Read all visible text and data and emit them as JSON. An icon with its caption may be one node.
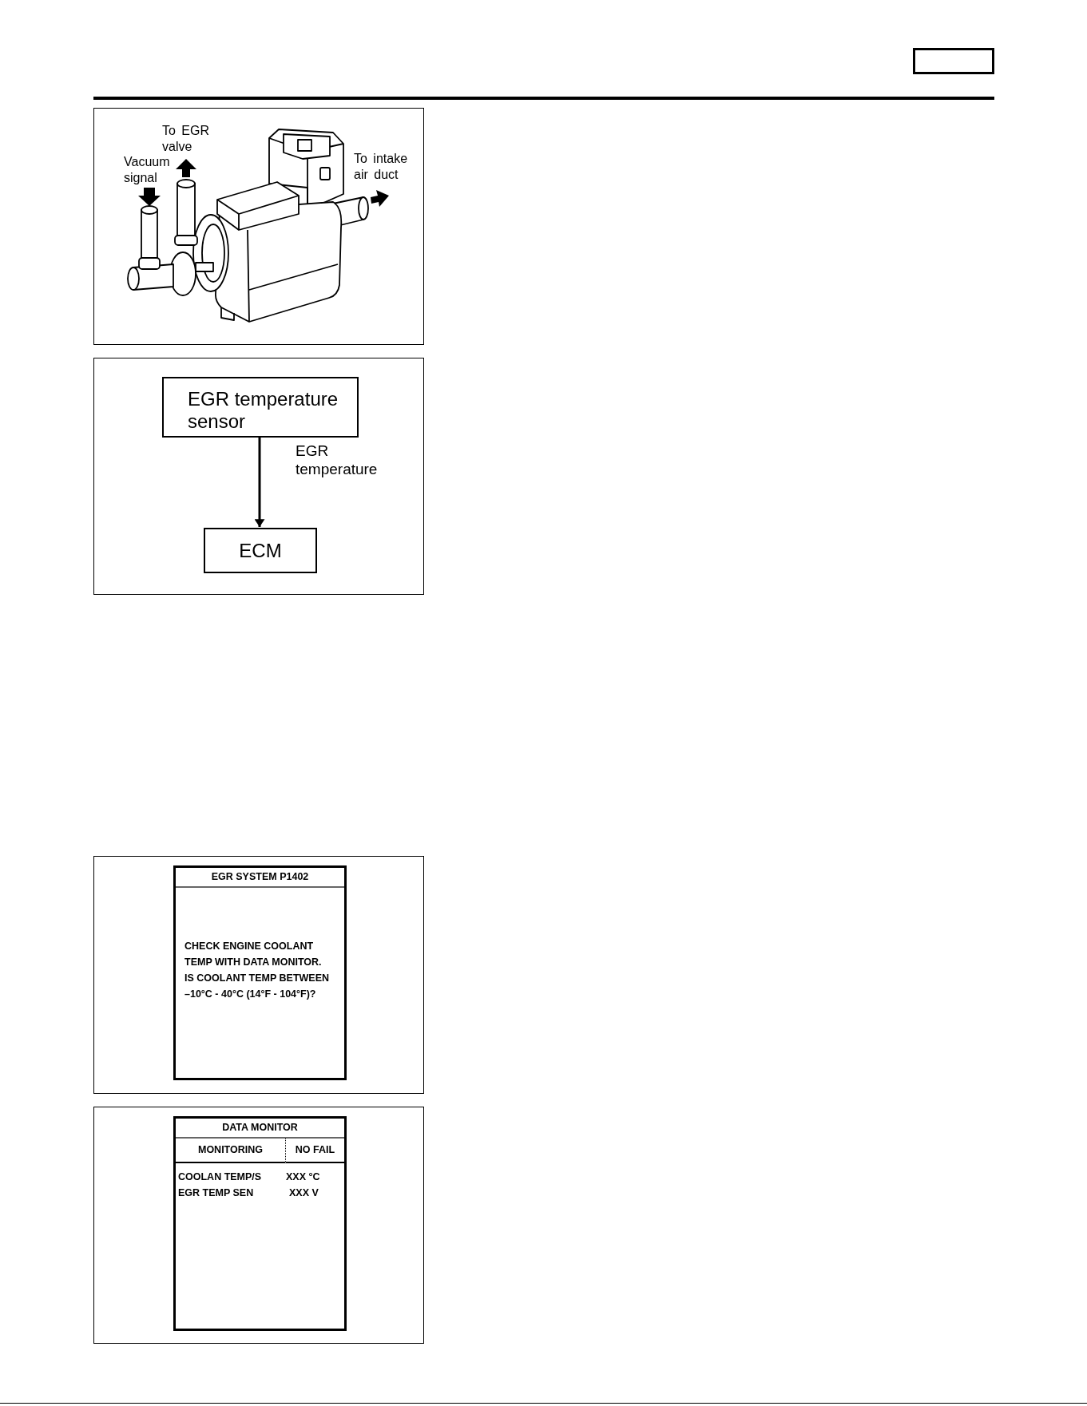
{
  "diagram": {
    "nodes": [
      {
        "text": [],
        "shape": "box"
      },
      {
        "text": [
          "EGR temperature sensor"
        ]
      },
      {
        "text": [
          "ECM"
        ]
      },
      {
        "text": [
          "EGR SYSTEM P1402",
          "CHECK ENGINE COOLANT TEMP WITH DATA MONITOR. IS COOLANT TEMP BETWEEN –10°C - 40°C (14°F - 104°F)?"
        ]
      },
      {
        "text": [
          "DATA MONITOR",
          "MONITORING",
          "NO FAIL",
          "COOLAN TEMP/S",
          "XXX °C",
          "EGR TEMP SEN",
          "XXX V"
        ]
      }
    ],
    "edges": [
      {
        "from": 1,
        "to": 2,
        "arrow": "to",
        "label": "EGR temperature"
      }
    ],
    "labels": [
      "To EGR valve",
      "Vacuum signal",
      "To intake air duct"
    ]
  }
}
